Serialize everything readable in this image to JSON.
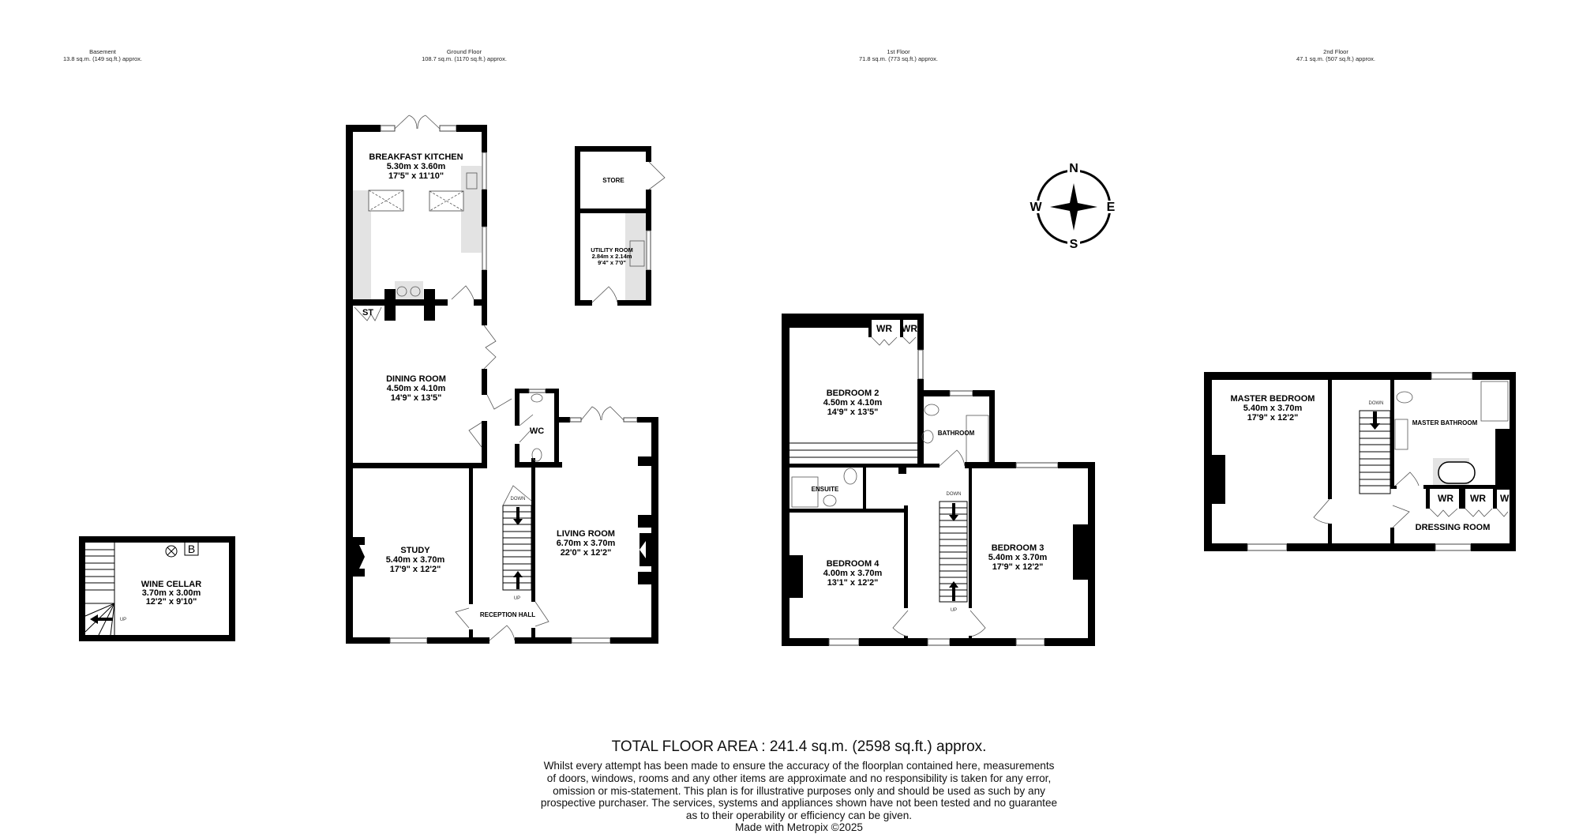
{
  "floors": [
    {
      "name": "Basement",
      "area": "13.8 sq.m. (149 sq.ft.) approx."
    },
    {
      "name": "Ground Floor",
      "area": "108.7 sq.m. (1170 sq.ft.) approx."
    },
    {
      "name": "1st Floor",
      "area": "71.8 sq.m. (773 sq.ft.) approx."
    },
    {
      "name": "2nd Floor",
      "area": "47.1 sq.m. (507 sq.ft.) approx."
    }
  ],
  "basement": {
    "wine_cellar": {
      "name": "WINE CELLAR",
      "metric": "3.70m  x 3.00m",
      "imperial": "12'2\"  x 9'10\""
    },
    "boiler_label": "B",
    "up_label": "UP"
  },
  "ground": {
    "kitchen": {
      "name": "BREAKFAST KITCHEN",
      "metric": "5.30m  x 3.60m",
      "imperial": "17'5\"  x 11'10\""
    },
    "store": {
      "name": "STORE"
    },
    "utility": {
      "name": "UTILITY ROOM",
      "metric": "2.84m  x 2.14m",
      "imperial": "9'4\"  x 7'0\""
    },
    "st_label": "ST",
    "dining": {
      "name": "DINING ROOM",
      "metric": "4.50m  x 4.10m",
      "imperial": "14'9\"  x 13'5\""
    },
    "wc": {
      "name": "WC"
    },
    "study": {
      "name": "STUDY",
      "metric": "5.40m  x 3.70m",
      "imperial": "17'9\"  x 12'2\""
    },
    "living": {
      "name": "LIVING ROOM",
      "metric": "6.70m  x 3.70m",
      "imperial": "22'0\"  x 12'2\""
    },
    "reception": {
      "name": "RECEPTION HALL"
    },
    "down_label": "DOWN",
    "up_label": "UP"
  },
  "first": {
    "bedroom2": {
      "name": "BEDROOM 2",
      "metric": "4.50m  x 4.10m",
      "imperial": "14'9\"  x 13'5\""
    },
    "wr_labels": [
      "WR",
      "WR"
    ],
    "bathroom": {
      "name": "BATHROOM"
    },
    "ensuite": {
      "name": "ENSUITE"
    },
    "bedroom4": {
      "name": "BEDROOM 4",
      "metric": "4.00m  x 3.70m",
      "imperial": "13'1\"  x 12'2\""
    },
    "bedroom3": {
      "name": "BEDROOM 3",
      "metric": "5.40m  x 3.70m",
      "imperial": "17'9\"  x 12'2\""
    },
    "down_label": "DOWN",
    "up_label": "UP"
  },
  "second": {
    "master_bedroom": {
      "name": "MASTER BEDROOM",
      "metric": "5.40m  x 3.70m",
      "imperial": "17'9\"  x 12'2\""
    },
    "master_bathroom": {
      "name": "MASTER BATHROOM"
    },
    "dressing": {
      "name": "DRESSING ROOM"
    },
    "wr_labels": [
      "WR",
      "WR",
      "WR"
    ],
    "down_label": "DOWN"
  },
  "compass": {
    "n": "N",
    "e": "E",
    "s": "S",
    "w": "W"
  },
  "footer": {
    "total": "TOTAL FLOOR AREA : 241.4 sq.m. (2598 sq.ft.) approx.",
    "disclaimer": [
      "Whilst every attempt has been made to ensure the accuracy of the floorplan contained here, measurements",
      "of doors, windows, rooms and any other items are approximate and no responsibility is taken for any error,",
      "omission or mis-statement. This plan is for illustrative purposes only and should be used as such by any",
      "prospective purchaser. The services, systems and appliances shown have not been tested and no guarantee",
      "as to their operability or efficiency can be given."
    ],
    "credit": "Made with Metropix ©2025"
  }
}
